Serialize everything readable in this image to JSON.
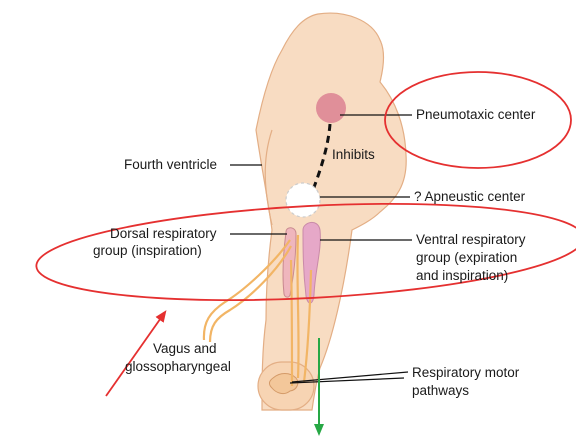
{
  "labels": {
    "pneumotaxic_center": "Pneumotaxic center",
    "inhibits": "Inhibits",
    "fourth_ventricle": "Fourth ventricle",
    "apneustic_center": "? Apneustic center",
    "dorsal_line1": "Dorsal respiratory",
    "dorsal_line2": "group (inspiration)",
    "ventral_line1": "Ventral respiratory",
    "ventral_line2": "group (expiration",
    "ventral_line3": "and inspiration)",
    "vagus_line1": "Vagus and",
    "vagus_line2": "glossopharyngeal",
    "motor_line1": "Respiratory motor",
    "motor_line2": "pathways"
  },
  "colors": {
    "brainstem_fill": "#f8dcc2",
    "brainstem_stroke": "#e3ae85",
    "pneumotaxic": "#e08f99",
    "ventral_group": "#e6a8c8",
    "nerve": "#f2b565",
    "annotation_ellipse": "#e53030",
    "red_arrow": "#e53030",
    "green_arrow": "#27a845"
  }
}
